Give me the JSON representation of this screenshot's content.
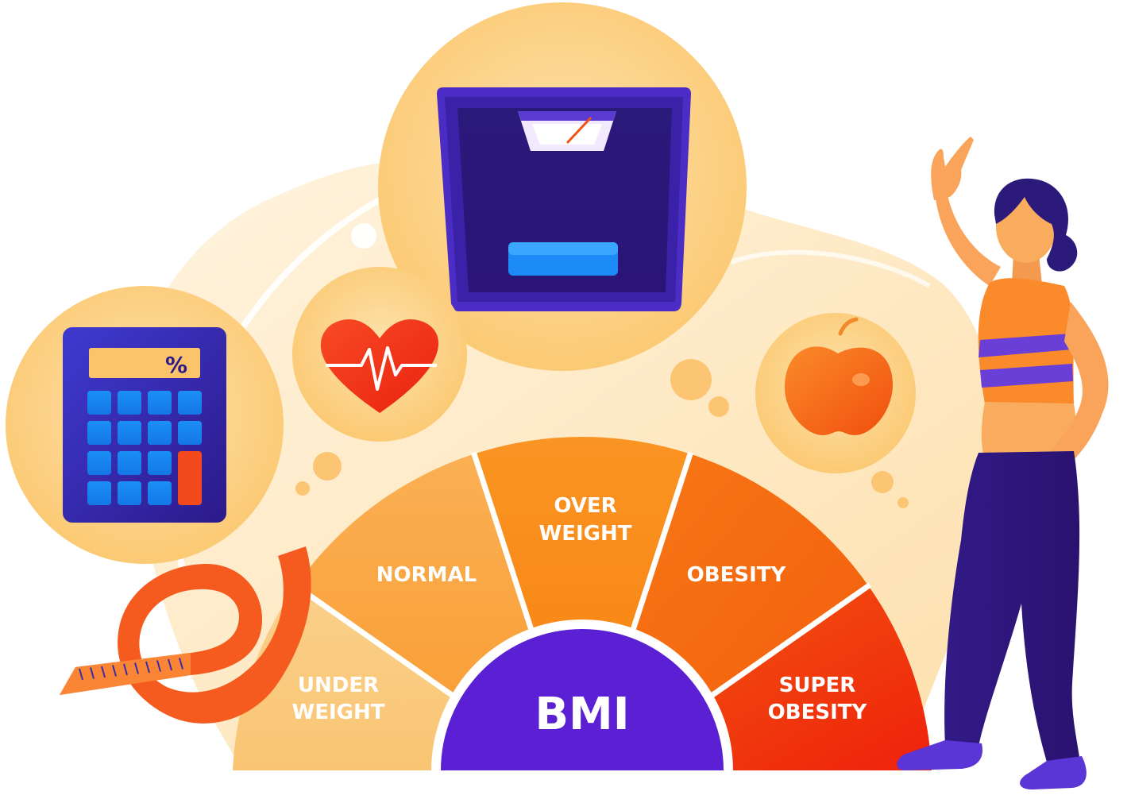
{
  "gauge": {
    "center_label": "BMI",
    "segments": [
      {
        "line1": "UNDER",
        "line2": "WEIGHT"
      },
      {
        "line1": "NORMAL",
        "line2": ""
      },
      {
        "line1": "OVER",
        "line2": "WEIGHT"
      },
      {
        "line1": "OBESITY",
        "line2": ""
      },
      {
        "line1": "SUPER",
        "line2": "OBESITY"
      }
    ]
  },
  "calculator": {
    "display": "%"
  },
  "icons": [
    "calculator-icon",
    "heart-pulse-icon",
    "weighing-scale-icon",
    "apple-icon",
    "measuring-tape-icon",
    "woman-pointing-figure"
  ],
  "colors": {
    "background_blob": "#fdebc8",
    "bubble": "#fbd38a",
    "underweight": "#f9c46e",
    "normal": "#f9a032",
    "overweight": "#f88a18",
    "obesity": "#f66612",
    "super_obesity": "#f03a0e",
    "navy": "#311c86",
    "bmi_center": "#5b1fd4"
  }
}
